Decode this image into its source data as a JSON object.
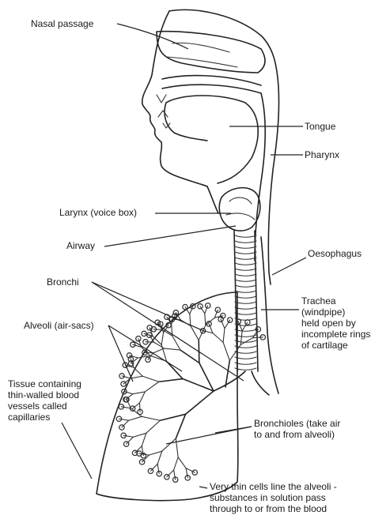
{
  "labels": {
    "nasal_passage": "Nasal passage",
    "tongue": "Tongue",
    "pharynx": "Pharynx",
    "larynx": "Larynx (voice box)",
    "airway": "Airway",
    "oesophagus": "Oesophagus",
    "bronchi": "Bronchi",
    "trachea": "Trachea\n(windpipe)\nheld open by\nincomplete rings\nof cartilage",
    "alveoli": "Alveoli (air-sacs)",
    "tissue": "Tissue containing\nthin-walled blood\nvessels called\ncapillaries",
    "bronchioles": "Bronchioles (take air\nto and from alveoli)",
    "thin_cells": "Very thin cells line the alveoli -\nsubstances in solution pass\nthrough to or from the blood"
  }
}
